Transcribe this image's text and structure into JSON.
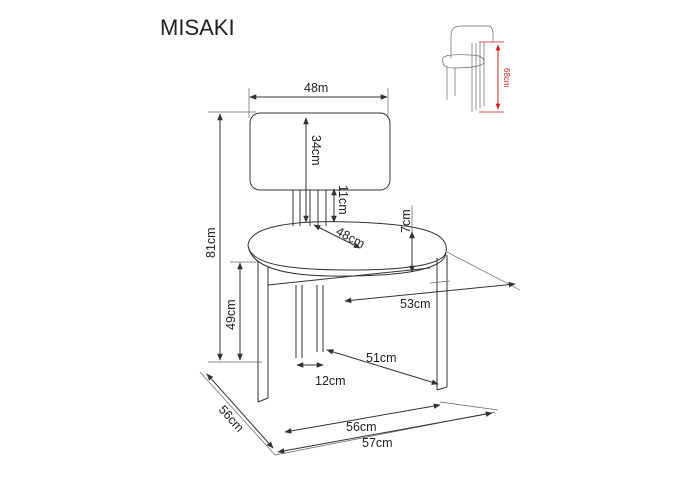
{
  "title": "MISAKI",
  "dimensions": {
    "back_width": "48m",
    "total_height": "81cm",
    "back_height": "34cm",
    "back_gap": "11cm",
    "seat_depth": "48cm",
    "seat_thickness": "7cm",
    "seat_height": "49cm",
    "seat_width": "53cm",
    "leg_depth": "51cm",
    "leg_spacing": "12cm",
    "side_depth": "56cm",
    "base_width": "56cm",
    "overall_width": "57cm"
  },
  "thumbnail": {
    "armrest_height": "68cm",
    "accent_color": "#d21f1f"
  }
}
